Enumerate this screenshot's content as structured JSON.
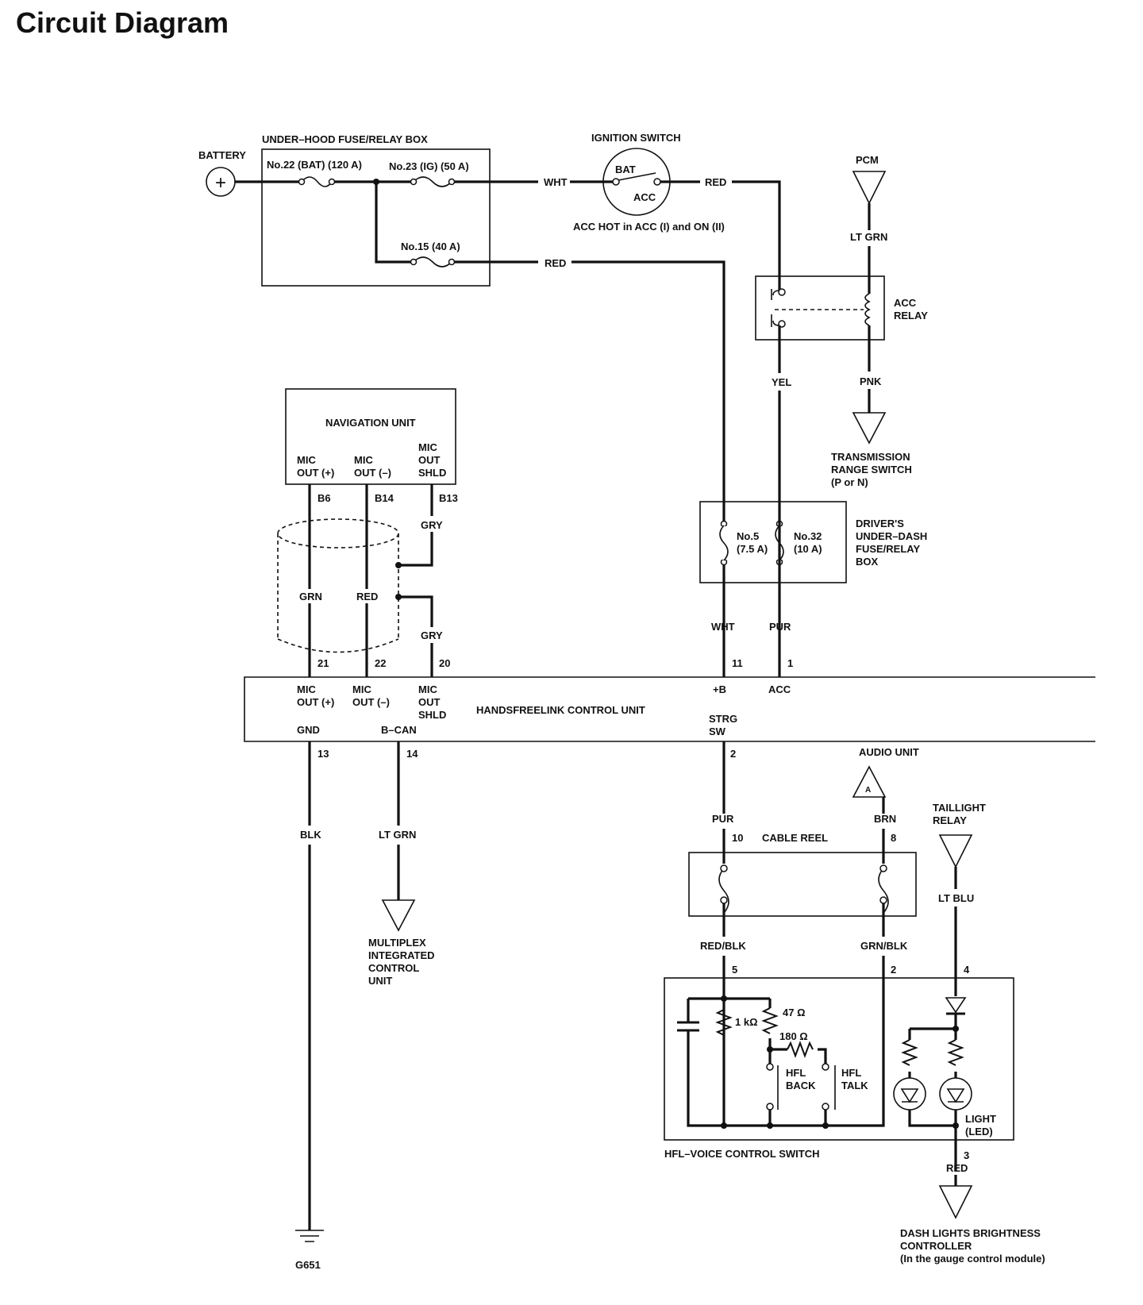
{
  "title": "Circuit Diagram",
  "labels": {
    "battery": "BATTERY",
    "battery_sym": "+",
    "underhood_box": "UNDER–HOOD FUSE/RELAY BOX",
    "fuse22": "No.22 (BAT) (120 A)",
    "fuse23": "No.23 (IG) (50 A)",
    "fuse15": "No.15 (40 A)",
    "wht_top": "WHT",
    "red_mid": "RED",
    "ignition_switch": "IGNITION SWITCH",
    "bat": "BAT",
    "acc": "ACC",
    "acc_hot": "ACC HOT in ACC (I) and ON (II)",
    "red_ign": "RED",
    "pcm": "PCM",
    "lt_grn_pcm": "LT GRN",
    "acc_relay_1": "ACC",
    "acc_relay_2": "RELAY",
    "yel": "YEL",
    "pnk": "PNK",
    "trs_1": "TRANSMISSION",
    "trs_2": "RANGE SWITCH",
    "trs_3": "(P or N)",
    "nav_unit": "NAVIGATION UNIT",
    "nav_mic1_a": "MIC",
    "nav_mic1_b": "OUT (+)",
    "nav_mic2_a": "MIC",
    "nav_mic2_b": "OUT (–)",
    "nav_mic3_a": "MIC",
    "nav_mic3_b": "OUT",
    "nav_mic3_c": "SHLD",
    "b6": "B6",
    "b14": "B14",
    "b13": "B13",
    "gry1": "GRY",
    "gry2": "GRY",
    "grn": "GRN",
    "red_nav": "RED",
    "no5_a": "No.5",
    "no5_b": "(7.5 A)",
    "no32_a": "No.32",
    "no32_b": "(10 A)",
    "dud_1": "DRIVER'S",
    "dud_2": "UNDER–DASH",
    "dud_3": "FUSE/RELAY",
    "dud_4": "BOX",
    "wht_low": "WHT",
    "pur_up": "PUR",
    "p21": "21",
    "p22": "22",
    "p20": "20",
    "p11": "11",
    "p1": "1",
    "hf_mic1_a": "MIC",
    "hf_mic1_b": "OUT (+)",
    "hf_mic2_a": "MIC",
    "hf_mic2_b": "OUT (–)",
    "hf_mic3_a": "MIC",
    "hf_mic3_b": "OUT",
    "hf_mic3_c": "SHLD",
    "hf_unit": "HANDSFREELINK CONTROL UNIT",
    "plus_b": "+B",
    "acc_hf": "ACC",
    "gnd": "GND",
    "bcan": "B–CAN",
    "strg_a": "STRG",
    "strg_b": "SW",
    "p13": "13",
    "p14": "14",
    "p2": "2",
    "audio_unit": "AUDIO UNIT",
    "audio_a": "A",
    "blk": "BLK",
    "lt_grn_low": "LT GRN",
    "pur_low": "PUR",
    "brn": "BRN",
    "p10": "10",
    "cable_reel": "CABLE REEL",
    "p8": "8",
    "taillight_1": "TAILLIGHT",
    "taillight_2": "RELAY",
    "lt_blu": "LT BLU",
    "micu_1": "MULTIPLEX",
    "micu_2": "INTEGRATED",
    "micu_3": "CONTROL",
    "micu_4": "UNIT",
    "red_blk": "RED/BLK",
    "grn_blk": "GRN/BLK",
    "p5": "5",
    "p2b": "2",
    "p4": "4",
    "r47": "47 Ω",
    "r1k": "1 kΩ",
    "r180": "180 Ω",
    "hfl_back_1": "HFL",
    "hfl_back_2": "BACK",
    "hfl_talk_1": "HFL",
    "hfl_talk_2": "TALK",
    "light_1": "LIGHT",
    "light_2": "(LED)",
    "voice_switch": "HFL–VOICE CONTROL SWITCH",
    "p3": "3",
    "red_low": "RED",
    "dash_1": "DASH LIGHTS BRIGHTNESS",
    "dash_2": "CONTROLLER",
    "dash_3": "(In the gauge control module)",
    "g651": "G651"
  }
}
